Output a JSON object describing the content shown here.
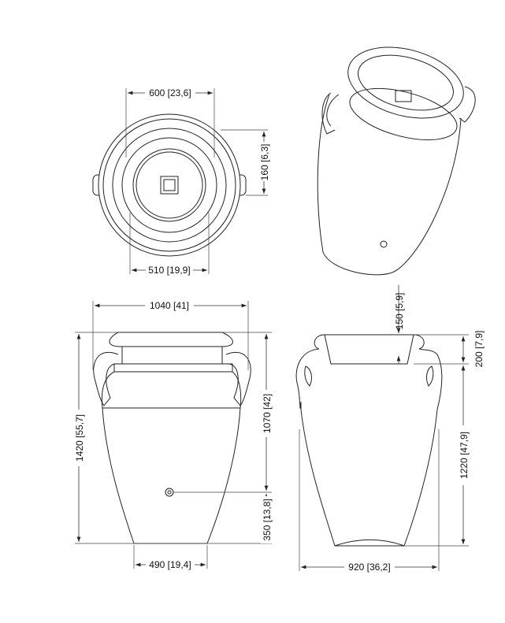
{
  "top_view": {
    "width_outer": "600 [23,6]",
    "handle_height": "160 [6,3]",
    "width_inner": "510 [19,9]"
  },
  "front_view": {
    "width_handles": "1040 [41]",
    "total_height": "1420 [55,7]",
    "upper_height": "1070 [42]",
    "drain_height": "350 [13,8]",
    "base_width": "490 [19,4]"
  },
  "side_view": {
    "bowl_depth": "150 [5,9]",
    "rim_height": "200 [7,9]",
    "body_height": "1220 [47,9]",
    "body_width": "920 [36,2]"
  }
}
